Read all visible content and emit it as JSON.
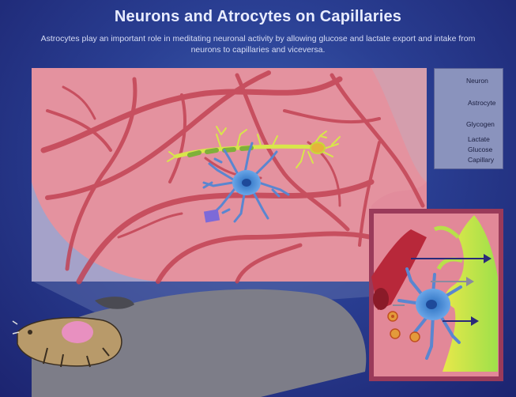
{
  "header": {
    "title": "Neurons and Atrocytes on Capillaries",
    "subtitle": "Astrocytes play an important role in meditating neuronal activity by allowing glucose and lactate export and intake from neurons to capillaries and viceversa."
  },
  "legend": {
    "items": [
      {
        "label": "Neuron",
        "icon": "neuron-icon"
      },
      {
        "label": "Astrocyte",
        "icon": "astrocyte-icon"
      },
      {
        "label": "Glycogen",
        "icon": "glycogen-icon"
      },
      {
        "label": "Lactate",
        "icon": "lactate-line-icon"
      },
      {
        "label": "Glucose",
        "icon": "glucose-line-icon"
      },
      {
        "label": "Capillary",
        "icon": "capillary-icon"
      }
    ]
  },
  "colors": {
    "background": "#2a3f93",
    "tissue": "#e08a9a",
    "capillary": "#c8394a",
    "neuron": "#4f8fd6",
    "astrocyte": "#c7e03a",
    "lactate": "#2a2a7a",
    "glucose": "#8a8aa0",
    "glycogen": "#e39a3a"
  }
}
